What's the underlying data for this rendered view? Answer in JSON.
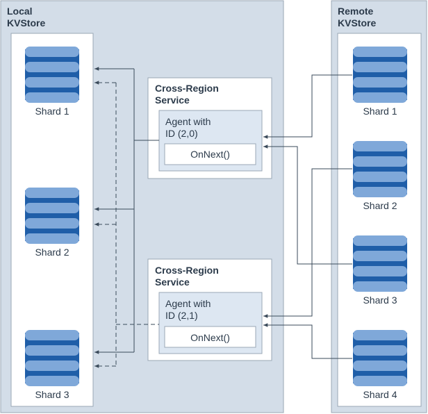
{
  "local": {
    "title_line1": "Local",
    "title_line2": "KVStore"
  },
  "remote": {
    "title_line1": "Remote",
    "title_line2": "KVStore"
  },
  "local_shards": [
    "Shard 1",
    "Shard 2",
    "Shard 3"
  ],
  "remote_shards": [
    "Shard 1",
    "Shard 2",
    "Shard 3",
    "Shard 4"
  ],
  "services": [
    {
      "title_line1": "Cross-Region",
      "title_line2": "Service",
      "agent_line1": "Agent with",
      "agent_line2": "ID (2,0)",
      "method": "OnNext()"
    },
    {
      "title_line1": "Cross-Region",
      "title_line2": "Service",
      "agent_line1": "Agent with",
      "agent_line2": "ID (2,1)",
      "method": "OnNext()"
    }
  ],
  "colors": {
    "region_bg": "#d3dde8",
    "region_border": "#9aa7b5",
    "panel_bg": "#ffffff",
    "agent_bg": "#dde7f2",
    "shard_light": "#7fa8d9",
    "shard_dark": "#1f5ea8",
    "line": "#3a4a5a"
  }
}
